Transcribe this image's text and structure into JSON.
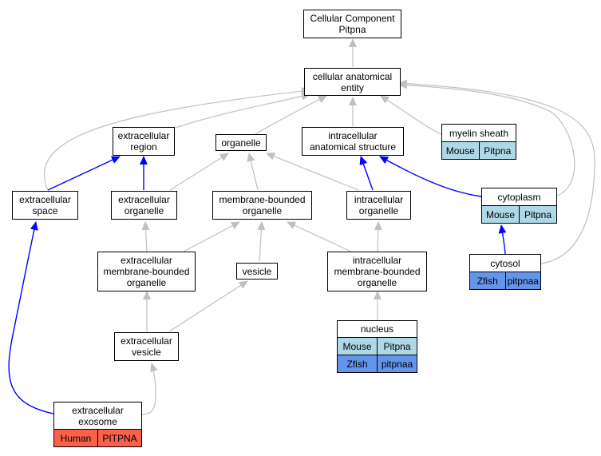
{
  "colors": {
    "gray_edge": "#c0c0c0",
    "blue_edge": "#0000ff",
    "mouse": "#add8e6",
    "zfish": "#6495ed",
    "human": "#fa6148"
  },
  "nodes": {
    "cellular_component": {
      "label": "Cellular Component\nPitpna"
    },
    "cellular_anatomical_entity": {
      "label": "cellular anatomical\nentity"
    },
    "extracellular_region": {
      "label": "extracellular\nregion"
    },
    "organelle": {
      "label": "organelle"
    },
    "intracellular_anatomical_structure": {
      "label": "intracellular\nanatomical structure"
    },
    "myelin_sheath": {
      "label": "myelin sheath",
      "annotations": [
        [
          "Mouse",
          "Pitpna"
        ]
      ]
    },
    "extracellular_space": {
      "label": "extracellular\nspace"
    },
    "extracellular_organelle": {
      "label": "extracellular\norganelle"
    },
    "membrane_bounded_organelle": {
      "label": "membrane-bounded\norganelle"
    },
    "intracellular_organelle": {
      "label": "intracellular\norganelle"
    },
    "cytoplasm": {
      "label": "cytoplasm",
      "annotations": [
        [
          "Mouse",
          "Pitpna"
        ]
      ]
    },
    "extracellular_membrane_bounded_organelle": {
      "label": "extracellular\nmembrane-bounded\norganelle"
    },
    "vesicle": {
      "label": "vesicle"
    },
    "intracellular_membrane_bounded_organelle": {
      "label": "intracellular\nmembrane-bounded\norganelle"
    },
    "cytosol": {
      "label": "cytosol",
      "annotations": [
        [
          "Zfish",
          "pitpnaa"
        ]
      ]
    },
    "extracellular_vesicle": {
      "label": "extracellular\nvesicle"
    },
    "nucleus": {
      "label": "nucleus",
      "annotations": [
        [
          "Mouse",
          "Pitpna"
        ],
        [
          "Zfish",
          "pitpnaa"
        ]
      ]
    },
    "extracellular_exosome": {
      "label": "extracellular\nexosome",
      "annotations": [
        [
          "Human",
          "PITPNA"
        ]
      ]
    }
  }
}
